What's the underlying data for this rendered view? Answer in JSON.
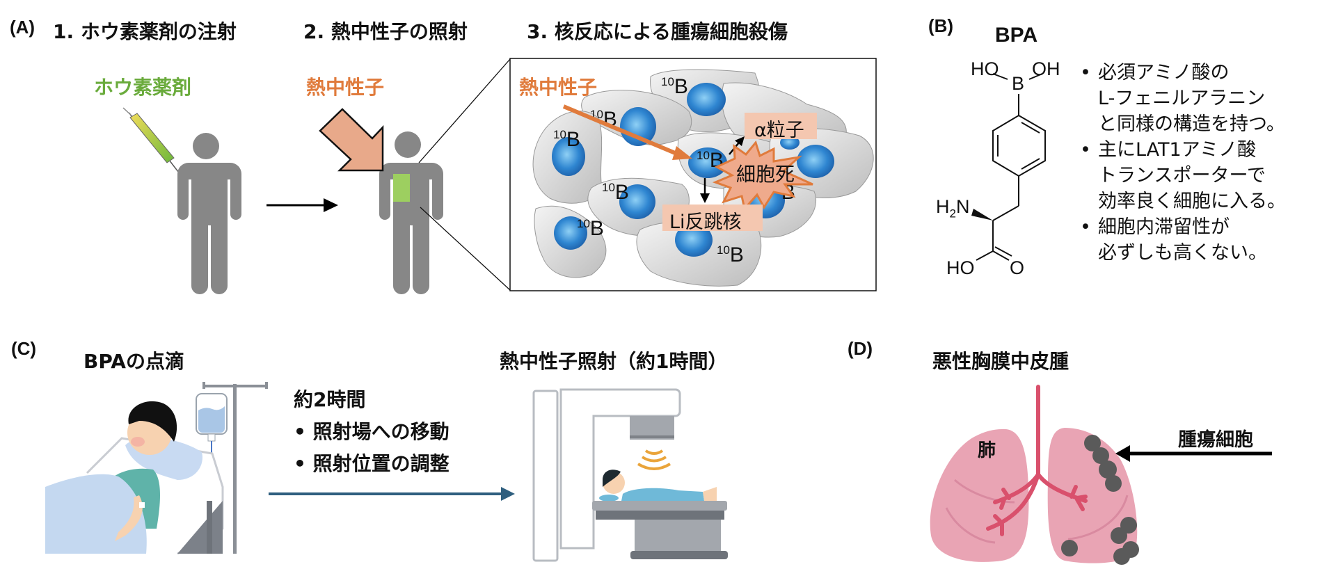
{
  "panel_a": {
    "label": "(A)",
    "steps": [
      {
        "title": "1. ホウ素薬剤の注射",
        "tag": "ホウ素薬剤"
      },
      {
        "title": "2. 熱中性子の照射",
        "tag": "熱中性子"
      },
      {
        "title": "3. 核反応による腫瘍細胞殺傷"
      }
    ],
    "inset": {
      "neutron_label": "熱中性子",
      "isotope_mass": "10",
      "isotope_symbol": "B",
      "alpha_label": "α粒子",
      "death_label": "細胞死",
      "li_label": "Li反跳核"
    }
  },
  "panel_b": {
    "label": "(B)",
    "title": "BPA",
    "structure_atoms": {
      "ho_left": "HO",
      "oh_right": "OH",
      "boron": "B",
      "amine": "H2N",
      "acid_oh": "HO",
      "acid_o": "O"
    },
    "bullets": [
      [
        "必須アミノ酸の",
        "L-フェニルアラニン",
        "と同様の構造を持つ。"
      ],
      [
        "主にLAT1アミノ酸",
        "トランスポーターで",
        "効率良く細胞に入る。"
      ],
      [
        "細胞内滞留性が",
        "必ずしも高くない。"
      ]
    ],
    "bullet_char": "•"
  },
  "panel_c": {
    "label": "(C)",
    "step1_title": "BPAの点滴",
    "interval": {
      "duration": "約2時間",
      "tasks": [
        "照射場への移動",
        "照射位置の調整"
      ]
    },
    "step2_title": "熱中性子照射（約1時間）"
  },
  "panel_d": {
    "label": "(D)",
    "title": "悪性胸膜中皮腫",
    "lung_label": "肺",
    "tumor_label": "腫瘍細胞"
  },
  "colors": {
    "figure_gray": "#878787",
    "boron_green": "#6aab3c",
    "neutron_orange": "#e07b3c",
    "arrow_fill": "#e8a98a",
    "nucleus_blue": "#2f86d1",
    "flow_arrow": "#2f5f7f",
    "lung_pink": "#e59aae",
    "airway_red": "#d9506c",
    "tumor_gray": "#5a5a5a"
  }
}
